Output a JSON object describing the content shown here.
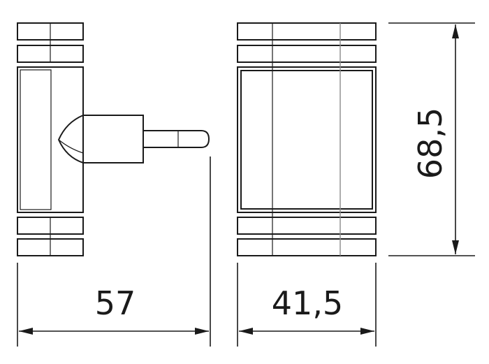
{
  "dimensions": {
    "width_side": "57",
    "width_front": "41,5",
    "height": "68,5"
  },
  "colors": {
    "line": "#1a1a1a",
    "centerline": "#8a8a8a",
    "background": "#ffffff"
  }
}
